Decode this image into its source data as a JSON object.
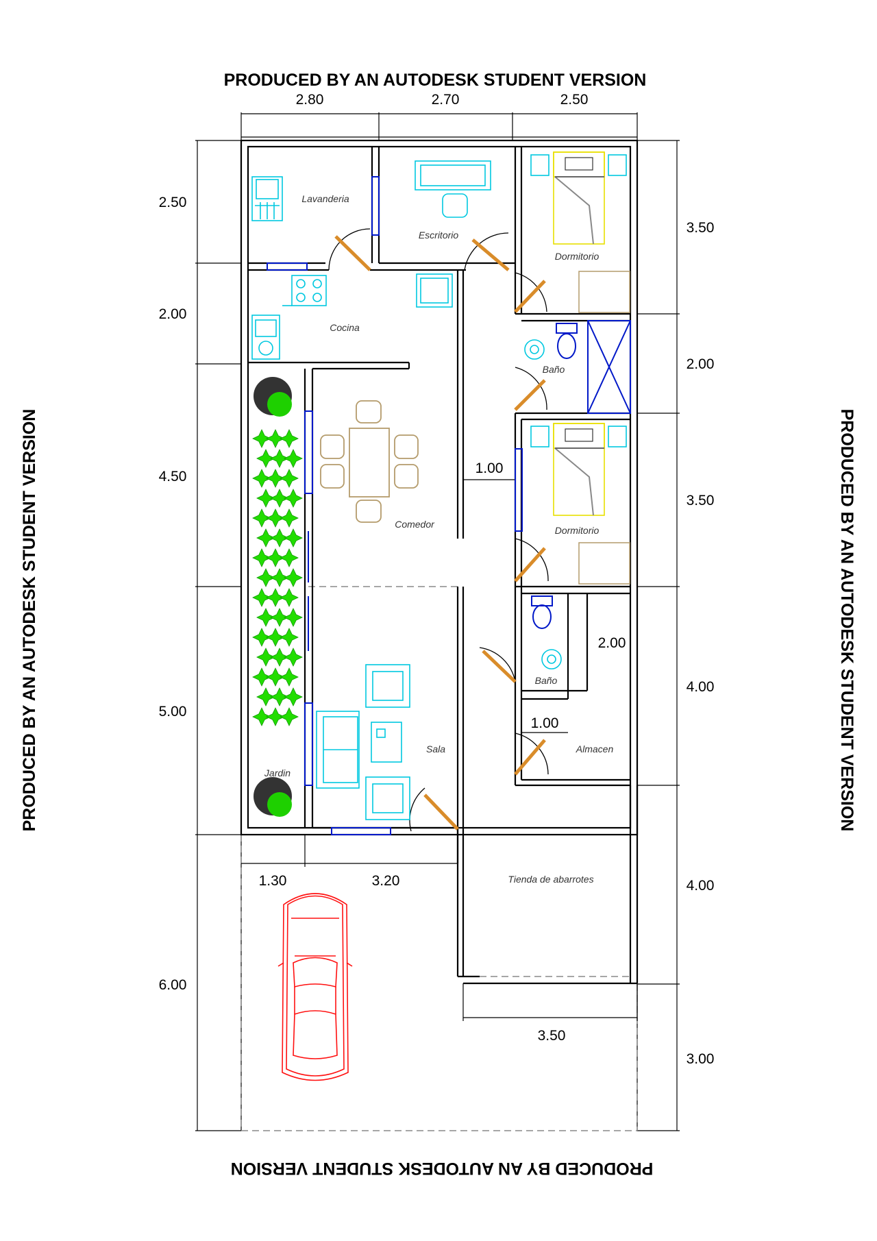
{
  "watermark": {
    "top": "PRODUCED BY AN AUTODESK STUDENT VERSION",
    "bottom": "PRODUCED BY AN AUTODESK STUDENT VERSION",
    "left": "PRODUCED BY AN AUTODESK STUDENT VERSION",
    "right": "PRODUCED BY AN AUTODESK STUDENT VERSION"
  },
  "dimensions": {
    "top": [
      "2.80",
      "2.70",
      "2.50"
    ],
    "left": [
      "2.50",
      "2.00",
      "4.50",
      "5.00",
      "6.00"
    ],
    "right": [
      "3.50",
      "2.00",
      "3.50",
      "4.00",
      "4.00",
      "3.00"
    ],
    "interior": {
      "hall_width": "1.00",
      "almacen_width": "1.00",
      "almacen_depth": "2.00",
      "jardin_width": "1.30",
      "sala_width": "3.20",
      "tienda_width": "3.50"
    }
  },
  "rooms": {
    "lavanderia": "Lavanderia",
    "escritorio": "Escritorio",
    "dormitorio_1": "Dormitorio",
    "cocina": "Cocina",
    "bano_1": "Baño",
    "comedor": "Comedor",
    "dormitorio_2": "Dormitorio",
    "bano_2": "Baño",
    "almacen": "Almacen",
    "sala": "Sala",
    "jardin": "Jardin",
    "tienda": "Tienda de abarrotes"
  },
  "colors": {
    "walls": "#000000",
    "fixtures": "#00c8e0",
    "windows": "#0018c8",
    "furniture": "#b49b6b",
    "beds": "#e8e000",
    "car": "#ff1010",
    "plants": "#22dd00",
    "doors": "#d98c2a"
  }
}
